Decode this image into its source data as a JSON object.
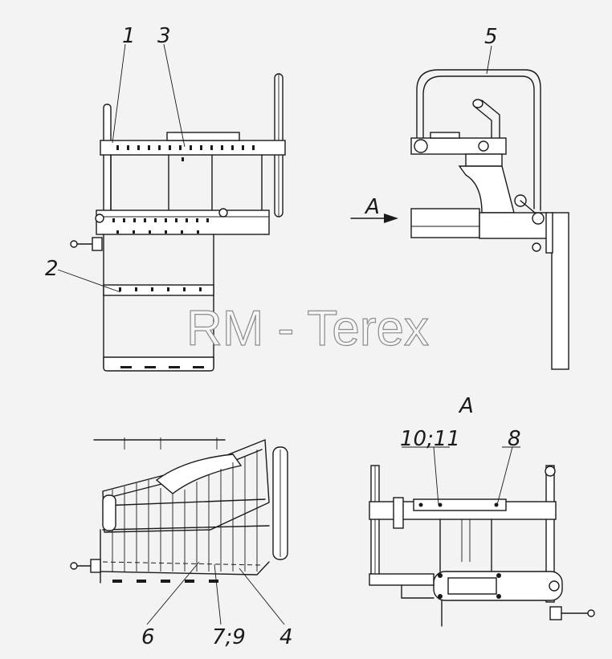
{
  "watermark": "RM - Terex",
  "view_label": "A",
  "callouts": {
    "c1": "1",
    "c2": "2",
    "c3": "3",
    "c4": "4",
    "c5": "5",
    "c6": "6",
    "c79": "7;9",
    "c8": "8",
    "c1011": "10;11"
  }
}
